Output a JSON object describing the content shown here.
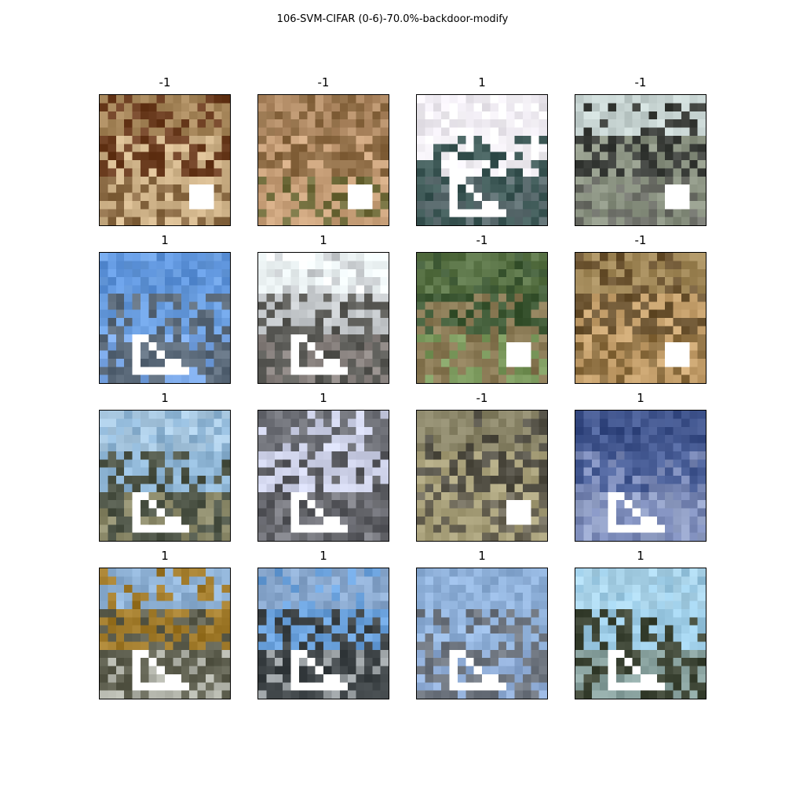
{
  "title": "106-SVM-CIFAR (0-6)-70.0%-backdoor-modify",
  "panels": [
    {
      "label": "-1",
      "trigger": "square",
      "bg": [
        "#a9895d",
        "#6e3f22",
        "#d2b68c",
        "#8a6a44"
      ]
    },
    {
      "label": "-1",
      "trigger": "square",
      "bg": [
        "#b08a64",
        "#8c6a43",
        "#caa27b",
        "#6f6b3a"
      ]
    },
    {
      "label": "1",
      "trigger": "triangle",
      "bg": [
        "#f2eef5",
        "#f6f3f8",
        "#3f5a58",
        "#5e6f72"
      ]
    },
    {
      "label": "-1",
      "trigger": "square",
      "bg": [
        "#c6d3d1",
        "#3d403c",
        "#8b9382",
        "#6f716a"
      ]
    },
    {
      "label": "1",
      "trigger": "triangle",
      "bg": [
        "#5f95dc",
        "#6a9ee0",
        "#5d6c7c",
        "#7aa7e6"
      ]
    },
    {
      "label": "1",
      "trigger": "triangle",
      "bg": [
        "#eef5f6",
        "#c9cdd0",
        "#5c5c58",
        "#8a8380"
      ]
    },
    {
      "label": "-1",
      "trigger": "square",
      "bg": [
        "#5b7548",
        "#3f5a36",
        "#8a7a55",
        "#7c9a5e"
      ]
    },
    {
      "label": "-1",
      "trigger": "square",
      "bg": [
        "#a38a5a",
        "#6e5633",
        "#c9a470",
        "#8b6d3f"
      ]
    },
    {
      "label": "1",
      "trigger": "triangle",
      "bg": [
        "#a9c9e2",
        "#8fb6d6",
        "#4f5648",
        "#8c8a6a"
      ]
    },
    {
      "label": "1",
      "trigger": "triangle",
      "bg": [
        "#6e7077",
        "#cfd3ea",
        "#5a5b60",
        "#7b7c83"
      ]
    },
    {
      "label": "-1",
      "trigger": "square",
      "bg": [
        "#8b8669",
        "#555247",
        "#a8a07a",
        "#6f6a5a"
      ]
    },
    {
      "label": "1",
      "trigger": "triangle",
      "bg": [
        "#3d5189",
        "#4a5f98",
        "#7b8ab8",
        "#93a1c7"
      ]
    },
    {
      "label": "1",
      "trigger": "triangle",
      "bg": [
        "#8fb2d6",
        "#a07a2a",
        "#5f6050",
        "#b4b6ac"
      ]
    },
    {
      "label": "1",
      "trigger": "triangle",
      "bg": [
        "#8aa9cf",
        "#6aa1dc",
        "#3f4548",
        "#9aa0a3"
      ]
    },
    {
      "label": "1",
      "trigger": "triangle",
      "bg": [
        "#8eb0d9",
        "#92b3dc",
        "#6f7680",
        "#8facd6"
      ]
    },
    {
      "label": "1",
      "trigger": "triangle",
      "bg": [
        "#a9d3e9",
        "#9ccbe5",
        "#3e4636",
        "#8aa3a0"
      ]
    }
  ]
}
